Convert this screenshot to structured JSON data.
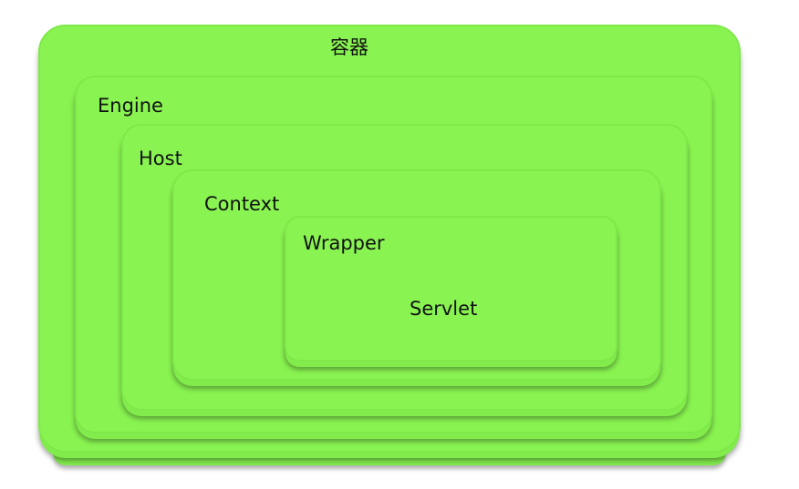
{
  "diagram": {
    "fill_color": "#89f451",
    "layers": {
      "container": "容器",
      "engine": "Engine",
      "host": "Host",
      "context": "Context",
      "wrapper": "Wrapper",
      "servlet": "Servlet"
    }
  }
}
